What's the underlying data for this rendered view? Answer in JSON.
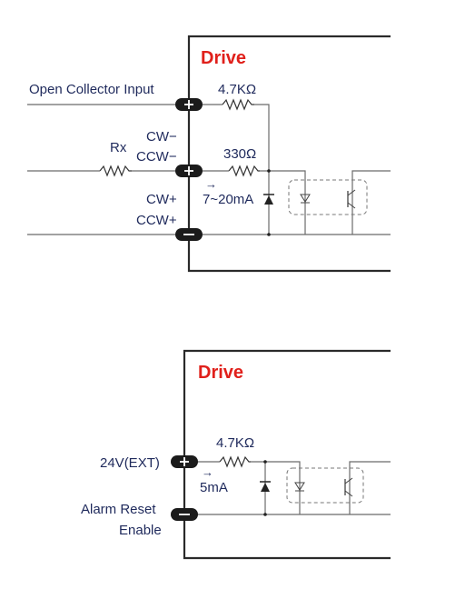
{
  "diagram1": {
    "title": "Drive",
    "open_collector_label": "Open Collector Input",
    "resistor1_value": "4.7KΩ",
    "rx_label": "Rx",
    "cw_minus": "CW−",
    "ccw_minus": "CCW−",
    "resistor2_value": "330Ω",
    "current_arrow": "→",
    "current_range": "7~20mA",
    "cw_plus": "CW+",
    "ccw_plus": "CCW+"
  },
  "diagram2": {
    "title": "Drive",
    "resistor_value": "4.7KΩ",
    "supply_label": "24V(EXT)",
    "current_arrow": "→",
    "current_value": "5mA",
    "alarm_reset": "Alarm Reset",
    "enable": "Enable"
  },
  "colors": {
    "title": "#e0201b",
    "label": "#1f2a5c",
    "wire": "#6b6b6b"
  },
  "icons": {
    "resistor": "resistor-icon",
    "diode": "diode-icon",
    "led": "led-icon",
    "transistor": "phototransistor-icon",
    "terminal_plus": "plus-terminal-icon",
    "terminal_minus": "minus-terminal-icon"
  }
}
